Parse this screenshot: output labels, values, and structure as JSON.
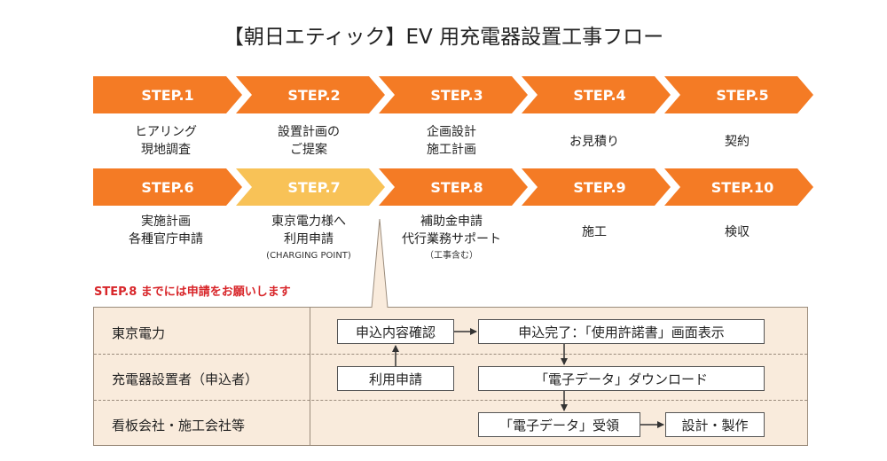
{
  "title": "【朝日エティック】EV 用充電器設置工事フロー",
  "steps": [
    {
      "label": "STEP.1",
      "lines": [
        "ヒアリング",
        "現地調査"
      ]
    },
    {
      "label": "STEP.2",
      "lines": [
        "設置計画の",
        "ご提案"
      ]
    },
    {
      "label": "STEP.3",
      "lines": [
        "企画設計",
        "施工計画"
      ]
    },
    {
      "label": "STEP.4",
      "lines": [
        "お見積り"
      ]
    },
    {
      "label": "STEP.5",
      "lines": [
        "契約"
      ]
    },
    {
      "label": "STEP.6",
      "lines": [
        "実施計画",
        "各種官庁申請"
      ]
    },
    {
      "label": "STEP.7",
      "lines": [
        "東京電力様へ",
        "利用申請"
      ],
      "sub": "(CHARGING POINT)",
      "highlighted": true
    },
    {
      "label": "STEP.8",
      "lines": [
        "補助金申請",
        "代行業務サポート"
      ],
      "sub": "（工事含む）"
    },
    {
      "label": "STEP.9",
      "lines": [
        "施工"
      ]
    },
    {
      "label": "STEP.10",
      "lines": [
        "検収"
      ]
    }
  ],
  "note": "STEP.8 までには申請をお願いします",
  "rows": [
    {
      "label": "東京電力"
    },
    {
      "label": "充電器設置者（申込者）"
    },
    {
      "label": "看板会社・施工会社等"
    }
  ],
  "boxes": {
    "confirm": "申込内容確認",
    "complete": "申込完了：「使用許諾書」画面表示",
    "apply": "利用申請",
    "download": "「電子データ」ダウンロード",
    "receive": "「電子データ」受領",
    "design": "設計・製作"
  },
  "colors": {
    "step": "#f47b25",
    "step_highlight": "#f8c257",
    "note": "#d8262a",
    "panel": "#f9ebdc"
  }
}
